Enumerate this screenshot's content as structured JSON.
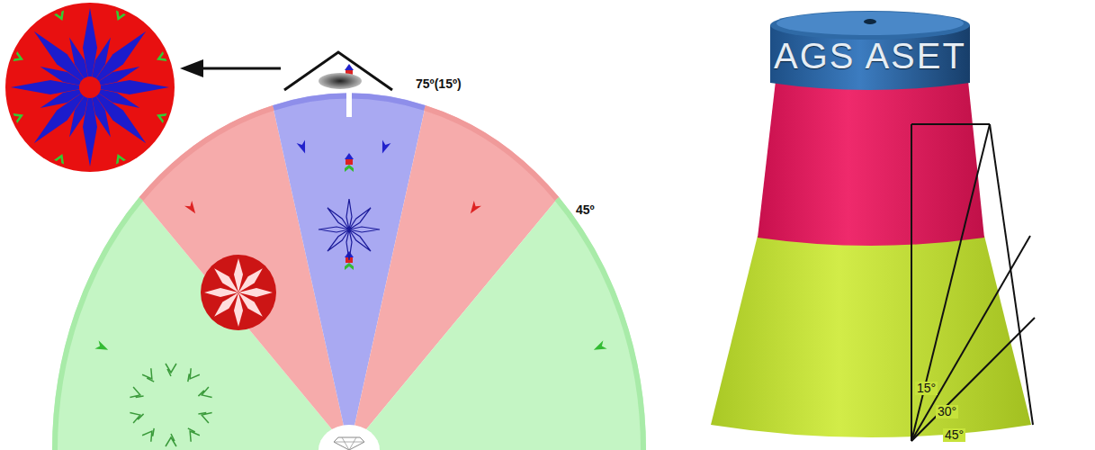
{
  "diagram": {
    "nodes": [
      {
        "text": [
          "AGS ASET"
        ]
      }
    ],
    "labels": [
      "75º(15º)",
      "45º",
      "15°",
      "30°",
      "45°"
    ]
  }
}
